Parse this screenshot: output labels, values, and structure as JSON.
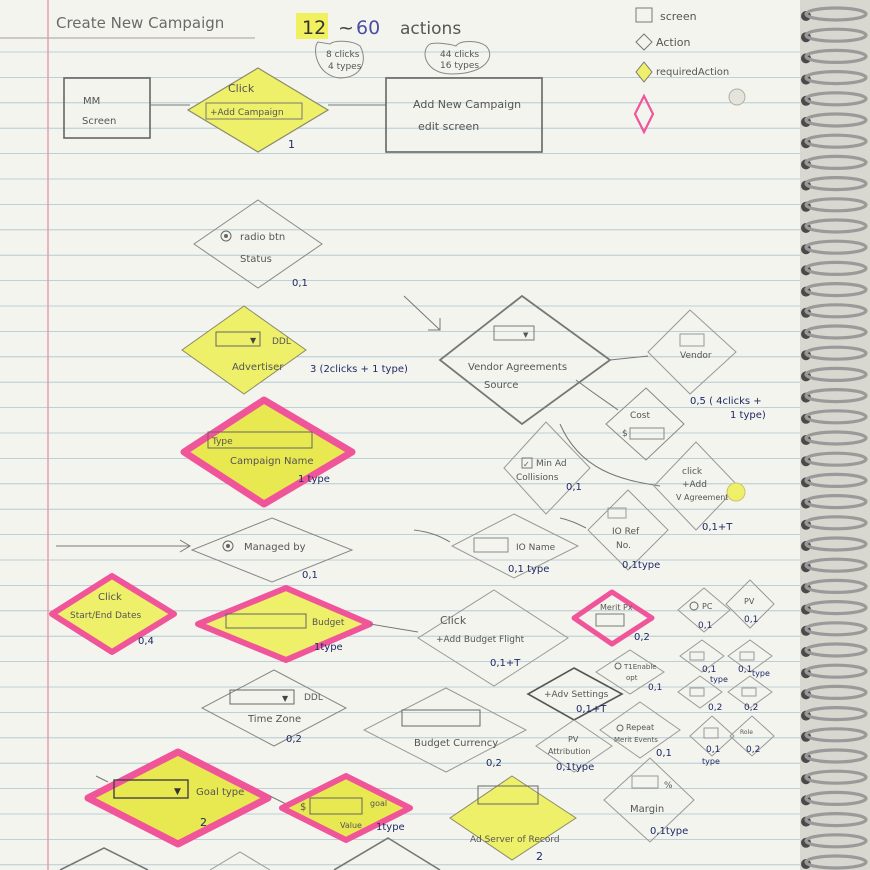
{
  "header": {
    "title": "Create New Campaign",
    "count_min": "12",
    "tilde": "~",
    "count_max": "60",
    "count_suffix": "actions",
    "min_note_1": "8 clicks",
    "min_note_2": "4 types",
    "max_note_1": "44 clicks",
    "max_note_2": "16 types"
  },
  "legend": {
    "screen": "screen",
    "action": "Action",
    "required": "requiredAction"
  },
  "colors": {
    "highlight_yellow": "#eef06a",
    "highlight_pink": "#f0559a",
    "pencil": "#6b6b66",
    "ink": "#1e2a66",
    "paper": "#f4f4ee",
    "rule_line": "#9fbccb",
    "margin_line": "#e49aa8"
  },
  "nodes": {
    "mm_screen": {
      "l1": "MM",
      "l2": "Screen"
    },
    "add_campaign": {
      "l1": "Click",
      "l2": "+Add Campaign",
      "count": "1"
    },
    "edit_screen": {
      "l1": "Add New Campaign",
      "l2": "edit screen"
    },
    "status": {
      "l1": "radio btn",
      "l2": "Status",
      "count": "0,1"
    },
    "advertiser": {
      "ddl": "DDL",
      "l1": "Advertiser",
      "count": "3 (2clicks + 1 type)"
    },
    "vendor_agreements": {
      "l1": "Vendor Agreements",
      "l2": "Source"
    },
    "vendor": {
      "l1": "Vendor"
    },
    "cost": {
      "l1": "Cost",
      "l2": "$"
    },
    "vendor_count": {
      "l1": "0,5 ( 4clicks +",
      "l2": "1 type)"
    },
    "campaign_name": {
      "l1": "Type",
      "l2": "Campaign Name",
      "count": "1 type"
    },
    "min_ad": {
      "l1": "Min Ad",
      "l2": "Collisions",
      "count": "0,1"
    },
    "add_vagreement": {
      "l1": "click",
      "l2": "+Add",
      "l3": "V Agreement",
      "count": "0,1+T"
    },
    "managed_by": {
      "l1": "Managed by",
      "count": "0,1"
    },
    "io_name": {
      "l1": "IO Name",
      "count": "0,1 type"
    },
    "io_ref": {
      "l1": "IO Ref",
      "l2": "No.",
      "count": "0,1type"
    },
    "start_end": {
      "l1": "Click",
      "l2": "Start/End Dates",
      "count": "0,4"
    },
    "budget": {
      "l1": "Budget",
      "count": "1type"
    },
    "budget_flight": {
      "l1": "Click",
      "l2": "+Add Budget Flight",
      "count": "0,1+T"
    },
    "merit_px": {
      "l1": "Merit Px",
      "count": "0,2"
    },
    "pc": {
      "l1": "PC",
      "count": "0,1"
    },
    "pv": {
      "l1": "PV",
      "count": "0,1"
    },
    "t1_enable": {
      "l1": "T1Enable",
      "l2": "opt",
      "count": "0,1"
    },
    "adv_settings": {
      "l1": "+Adv Settings",
      "count": "0,1+T"
    },
    "small_a": {
      "count": "0,1",
      "sub": "type"
    },
    "small_b": {
      "count": "0,1",
      "sub": "type"
    },
    "small_c": {
      "count": "0,2"
    },
    "small_d": {
      "count": "0,2"
    },
    "small_e": {
      "count": "0,1",
      "sub": "type"
    },
    "small_f": {
      "label": "Role",
      "count": "0,2"
    },
    "time_zone": {
      "ddl": "DDL",
      "l1": "Time Zone",
      "count": "0,2"
    },
    "budget_currency": {
      "l1": "Budget Currency",
      "count": "0,2"
    },
    "pv_attribution": {
      "l1": "PV",
      "l2": "Attribution",
      "count": "0,1type"
    },
    "repeat_merit": {
      "l1": "Repeat",
      "l2": "Merit Events",
      "count": "0,1"
    },
    "goal_type": {
      "l1": "Goal type",
      "count": "2"
    },
    "goal_value": {
      "sym": "$",
      "l1": "goal",
      "l2": "Value",
      "count": "1type"
    },
    "ad_server": {
      "l1": "Ad Server of Record",
      "count": "2"
    },
    "margin": {
      "sym": "%",
      "l1": "Margin",
      "count": "0,1type"
    }
  }
}
